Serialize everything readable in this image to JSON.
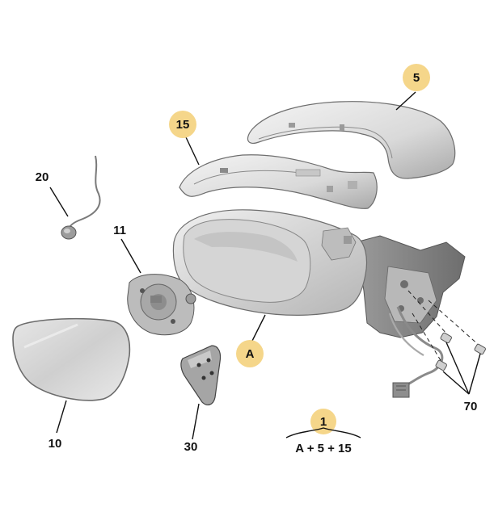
{
  "labels": {
    "p5": "5",
    "p15": "15",
    "p20": "20",
    "p11": "11",
    "pA": "A",
    "p10": "10",
    "p30": "30",
    "p70": "70",
    "p1": "1"
  },
  "formula": "A + 5 + 15",
  "highlight_color": "#f5d68a"
}
